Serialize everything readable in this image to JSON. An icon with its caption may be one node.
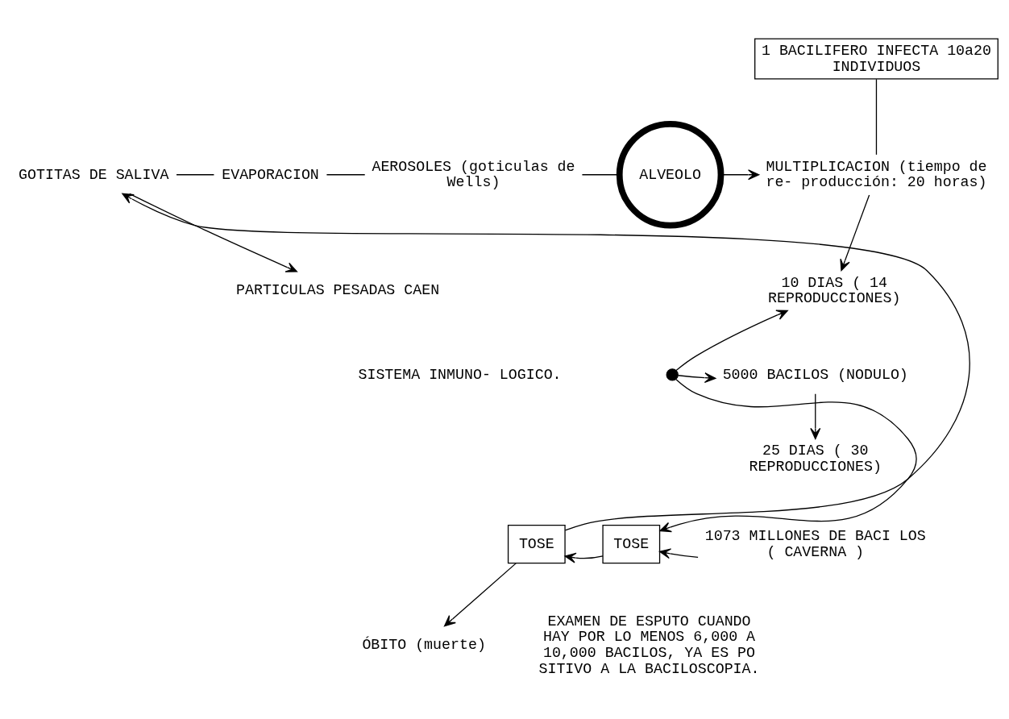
{
  "diagram": {
    "nodes": [
      {
        "text": [
          "1 BACILIFERO INFECTA 10a20 INDIVIDUOS"
        ]
      },
      {
        "text": [
          "GOTITAS DE SALIVA"
        ]
      },
      {
        "text": [
          "EVAPORACION"
        ]
      },
      {
        "text": [
          "AEROSOLES (goticulas de Wells)"
        ]
      },
      {
        "text": [
          "ALVEOLO"
        ]
      },
      {
        "text": [
          "MULTIPLICACION (tiempo de re- producción: 20 horas)"
        ]
      },
      {
        "text": [
          "PARTICULAS PESADAS CAEN"
        ]
      },
      {
        "text": [
          "10 DIAS ( 14 REPRODUCCIONES)"
        ]
      },
      {
        "text": [
          "SISTEMA INMUNO- LOGICO."
        ]
      },
      {
        "text": [],
        "shape": "circle"
      },
      {
        "text": [
          "5000 BACILOS (NODULO)"
        ]
      },
      {
        "text": [
          "25 DIAS ( 30 REPRODUCCIONES)"
        ]
      },
      {
        "text": [
          "TOSE"
        ]
      },
      {
        "text": [
          "TOSE"
        ]
      },
      {
        "text": [
          "1073 MILLONES DE BACI LOS ( CAVERNA )"
        ]
      },
      {
        "text": [
          "ÓBITO (muerte)"
        ]
      }
    ],
    "edges": [
      {
        "from": 1,
        "to": 2,
        "arrow": "none"
      },
      {
        "from": 2,
        "to": 3,
        "arrow": "none"
      },
      {
        "from": 3,
        "to": 4,
        "arrow": "none"
      },
      {
        "from": 4,
        "to": 5,
        "arrow": "to"
      },
      {
        "from": 0,
        "to": 5,
        "arrow": "none"
      },
      {
        "from": 1,
        "to": 6,
        "arrow": "to"
      },
      {
        "from": 5,
        "to": 7,
        "arrow": "to"
      },
      {
        "from": 9,
        "to": 7,
        "arrow": "to"
      },
      {
        "from": 9,
        "to": 10,
        "arrow": "to"
      },
      {
        "from": 10,
        "to": 11,
        "arrow": "to"
      },
      {
        "from": 9,
        "to": 13,
        "arrow": "to"
      },
      {
        "from": 14,
        "to": 13,
        "arrow": "to"
      },
      {
        "from": 13,
        "to": 12,
        "arrow": "to"
      },
      {
        "from": 12,
        "to": 1,
        "arrow": "to"
      },
      {
        "from": 12,
        "to": 15,
        "arrow": "to"
      }
    ],
    "labels": [
      "EXAMEN DE ESPUTO CUANDO HAY POR LO MENOS 6,000 A 10,000 BACILOS, YA ES PO SITIVO A LA BACILOSCOPIA."
    ]
  }
}
